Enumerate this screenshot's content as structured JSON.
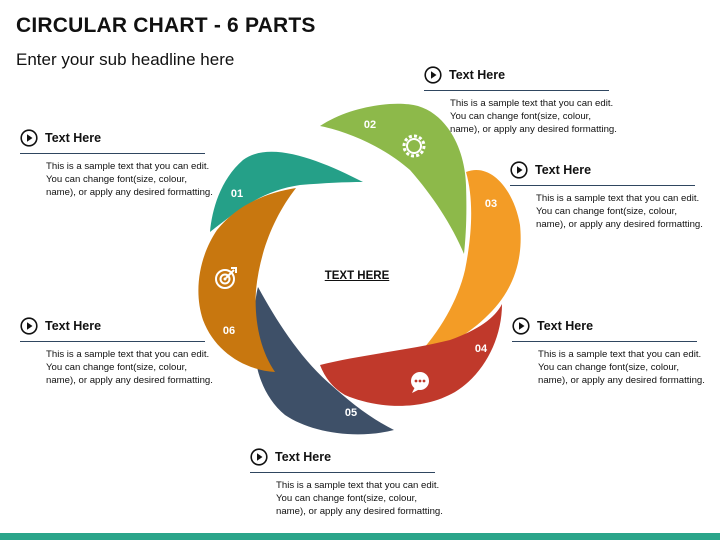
{
  "title": "CIRCULAR CHART - 6 PARTS",
  "subtitle": "Enter your sub headline here",
  "center_label": "TEXT HERE",
  "segments": [
    {
      "number": "01",
      "color": "#25a088"
    },
    {
      "number": "02",
      "color": "#8db94a",
      "icon": "gear-icon"
    },
    {
      "number": "03",
      "color": "#f39c26"
    },
    {
      "number": "04",
      "color": "#c0392b",
      "icon": "chat-bubble-icon"
    },
    {
      "number": "05",
      "color": "#3e5068"
    },
    {
      "number": "06",
      "color": "#c8770f",
      "icon": "target-icon"
    }
  ],
  "callouts": [
    {
      "heading": "Text Here",
      "line1": "This is a sample text that you can edit.",
      "line2": "You can change font(size, colour,",
      "line3": "name), or apply any desired formatting."
    },
    {
      "heading": "Text Here",
      "line1": "This is a sample text that you can edit.",
      "line2": "You can change font(size, colour,",
      "line3": "name), or apply any desired formatting."
    },
    {
      "heading": "Text Here",
      "line1": "This is a sample text that you can edit.",
      "line2": "You can change font(size, colour,",
      "line3": "name), or apply any desired formatting."
    },
    {
      "heading": "Text Here",
      "line1": "This is a sample text that you can edit.",
      "line2": "You can change font(size, colour,",
      "line3": "name), or apply any desired formatting."
    },
    {
      "heading": "Text Here",
      "line1": "This is a sample text that you can edit.",
      "line2": "You can change font(size, colour,",
      "line3": "name), or apply any desired formatting."
    },
    {
      "heading": "Text Here",
      "line1": "This is a sample text that you can edit.",
      "line2": "You can change font(size, colour,",
      "line3": "name), or apply any desired formatting."
    }
  ],
  "accent_bar_color": "#2aa58a"
}
